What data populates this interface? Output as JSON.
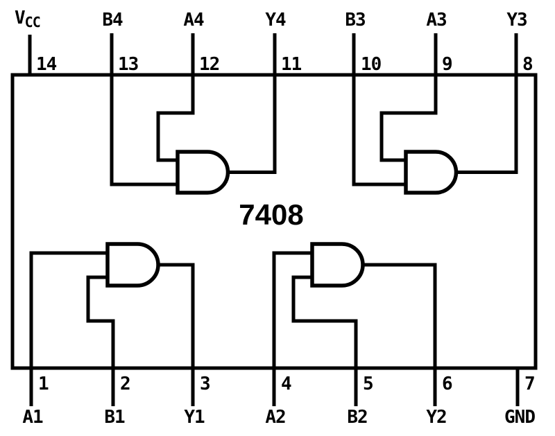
{
  "diagram": {
    "title": "7408",
    "ink_color": "#000000",
    "background_color": "#ffffff"
  },
  "top_pins": [
    {
      "number": "14",
      "label": "VCC",
      "label_main": "V",
      "label_sub": "CC"
    },
    {
      "number": "13",
      "label": "B4"
    },
    {
      "number": "12",
      "label": "A4"
    },
    {
      "number": "11",
      "label": "Y4"
    },
    {
      "number": "10",
      "label": "B3"
    },
    {
      "number": "9",
      "label": "A3"
    },
    {
      "number": "8",
      "label": "Y3"
    }
  ],
  "bottom_pins": [
    {
      "number": "1",
      "label": "A1"
    },
    {
      "number": "2",
      "label": "B1"
    },
    {
      "number": "3",
      "label": "Y1"
    },
    {
      "number": "4",
      "label": "A2"
    },
    {
      "number": "5",
      "label": "B2"
    },
    {
      "number": "6",
      "label": "Y2"
    },
    {
      "number": "7",
      "label": "GND"
    }
  ],
  "gates": [
    {
      "name": "gate-1",
      "inputs": [
        "A1",
        "B1"
      ],
      "output": "Y1"
    },
    {
      "name": "gate-2",
      "inputs": [
        "A2",
        "B2"
      ],
      "output": "Y2"
    },
    {
      "name": "gate-3",
      "inputs": [
        "A3",
        "B3"
      ],
      "output": "Y3"
    },
    {
      "name": "gate-4",
      "inputs": [
        "A4",
        "B4"
      ],
      "output": "Y4"
    }
  ]
}
